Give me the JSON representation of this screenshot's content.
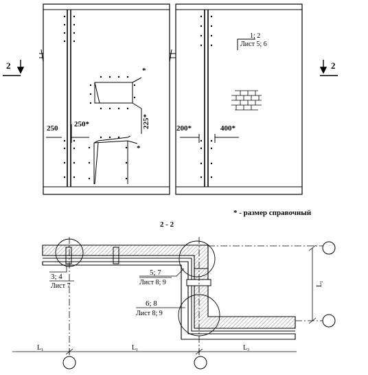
{
  "section_marks": {
    "left": "2",
    "right": "2"
  },
  "callouts": {
    "top_right": {
      "ref": "1; 2",
      "sheet": "Лист 5; 6"
    },
    "c34": {
      "ref": "3; 4",
      "sheet": "Лист 7"
    },
    "c57": {
      "ref": "5; 7",
      "sheet": "Лист 8; 9"
    },
    "c68": {
      "ref": "6; 8",
      "sheet": "Лист 8; 9"
    }
  },
  "dimensions": {
    "d250": "250",
    "d250s": "250*",
    "d225s": "225*",
    "d200s": "200*",
    "d400s": "400*",
    "star1": "*",
    "star2": "*"
  },
  "note": "* - размер справочный",
  "section_title": "2 - 2",
  "axis_labels": {
    "l1": "L",
    "l1_sub": "1",
    "l2": "L",
    "l2_sub": "1",
    "l3": "L",
    "l3_sub": "3",
    "lv": "L",
    "lv_sub": "1"
  },
  "colors": {
    "line": "#000000",
    "hatch": "#555555",
    "background": "#ffffff"
  }
}
